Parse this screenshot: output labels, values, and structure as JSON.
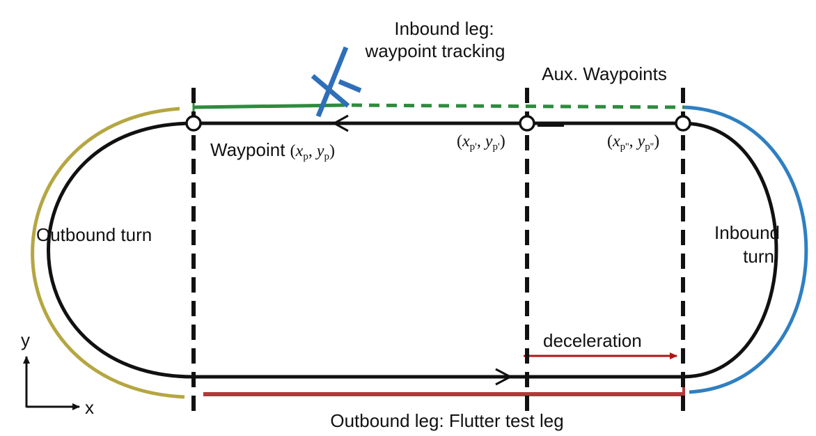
{
  "labels": {
    "inbound_leg_line1": "Inbound leg:",
    "inbound_leg_line2": "waypoint tracking",
    "aux_waypoints": "Aux. Waypoints",
    "waypoint_word": "Waypoint",
    "outbound_turn": "Outbound turn",
    "inbound_turn_line1": "Inbound",
    "inbound_turn_line2": "turn",
    "deceleration": "deceleration",
    "outbound_leg": "Outbound leg: Flutter test leg",
    "axis_y": "y",
    "axis_x": "x"
  },
  "coords": {
    "p": {
      "x": "x",
      "y": "y",
      "sub": "p"
    },
    "p1": {
      "x": "x",
      "y": "y",
      "sub": "p'"
    },
    "p2": {
      "x": "x",
      "y": "y",
      "sub": "p''"
    }
  },
  "colors": {
    "track": "#111111",
    "outbound_turn": "#b5a642",
    "inbound_turn": "#2f7fc1",
    "inbound_leg": "#2e8b3e",
    "outbound_leg": "#b03a3a",
    "deceleration": "#b01515",
    "aircraft": "#2f6fb8"
  }
}
